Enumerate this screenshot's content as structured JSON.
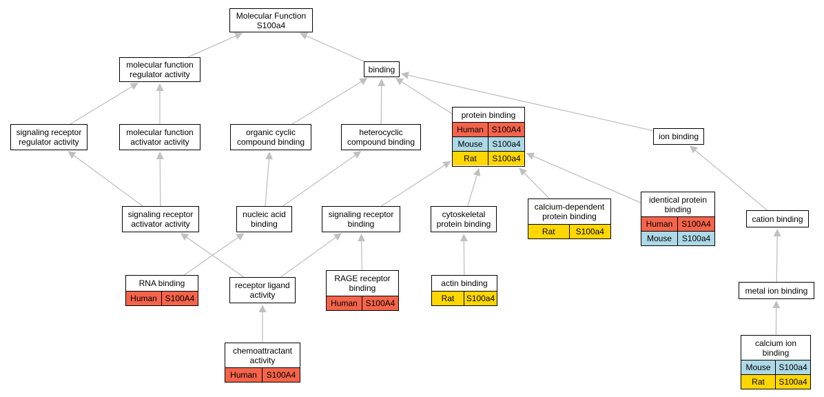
{
  "colors": {
    "Human": "#f4644b",
    "Mouse": "#add8e6",
    "Rat": "#ffd700",
    "edge": "#c0c0c0"
  },
  "nodes": {
    "mf_root": {
      "label": "Molecular Function\nS100a4",
      "annotations": []
    },
    "mf_reg": {
      "label": "molecular function\nregulator activity",
      "annotations": []
    },
    "binding": {
      "label": "binding",
      "annotations": []
    },
    "sig_reg": {
      "label": "signaling receptor\nregulator activity",
      "annotations": []
    },
    "mf_act": {
      "label": "molecular function\nactivator activity",
      "annotations": []
    },
    "org_cyc": {
      "label": "organic cyclic\ncompound binding",
      "annotations": []
    },
    "hetero": {
      "label": "heterocyclic\ncompound binding",
      "annotations": []
    },
    "protein": {
      "label": "protein binding",
      "annotations": [
        {
          "species": "Human",
          "gene": "S100A4"
        },
        {
          "species": "Mouse",
          "gene": "S100a4"
        },
        {
          "species": "Rat",
          "gene": "S100a4"
        }
      ]
    },
    "ion": {
      "label": "ion binding",
      "annotations": []
    },
    "sig_act": {
      "label": "signaling receptor\nactivator activity",
      "annotations": []
    },
    "nucleic": {
      "label": "nucleic acid\nbinding",
      "annotations": []
    },
    "sig_bind": {
      "label": "signaling receptor\nbinding",
      "annotations": []
    },
    "cyto": {
      "label": "cytoskeletal\nprotein binding",
      "annotations": []
    },
    "ca_dep": {
      "label": "calcium-dependent\nprotein binding",
      "annotations": [
        {
          "species": "Rat",
          "gene": "S100a4"
        }
      ]
    },
    "ident": {
      "label": "identical protein\nbinding",
      "annotations": [
        {
          "species": "Human",
          "gene": "S100A4"
        },
        {
          "species": "Mouse",
          "gene": "S100a4"
        }
      ]
    },
    "cation": {
      "label": "cation binding",
      "annotations": []
    },
    "rna": {
      "label": "RNA binding",
      "annotations": [
        {
          "species": "Human",
          "gene": "S100A4"
        }
      ]
    },
    "rec_lig": {
      "label": "receptor ligand\nactivity",
      "annotations": []
    },
    "rage": {
      "label": "RAGE receptor\nbinding",
      "annotations": [
        {
          "species": "Human",
          "gene": "S100A4"
        }
      ]
    },
    "actin": {
      "label": "actin binding",
      "annotations": [
        {
          "species": "Rat",
          "gene": "S100a4"
        }
      ]
    },
    "metal": {
      "label": "metal ion binding",
      "annotations": []
    },
    "chemo": {
      "label": "chemoattractant\nactivity",
      "annotations": [
        {
          "species": "Human",
          "gene": "S100A4"
        }
      ]
    },
    "calcium": {
      "label": "calcium ion\nbinding",
      "annotations": [
        {
          "species": "Mouse",
          "gene": "S100a4"
        },
        {
          "species": "Rat",
          "gene": "S100a4"
        }
      ]
    }
  },
  "edges": [
    {
      "from": "mf_reg",
      "to": "mf_root"
    },
    {
      "from": "binding",
      "to": "mf_root"
    },
    {
      "from": "sig_reg",
      "to": "mf_reg"
    },
    {
      "from": "mf_act",
      "to": "mf_reg"
    },
    {
      "from": "org_cyc",
      "to": "binding"
    },
    {
      "from": "hetero",
      "to": "binding"
    },
    {
      "from": "protein",
      "to": "binding"
    },
    {
      "from": "ion",
      "to": "binding"
    },
    {
      "from": "sig_act",
      "to": "sig_reg"
    },
    {
      "from": "sig_act",
      "to": "mf_act"
    },
    {
      "from": "nucleic",
      "to": "org_cyc"
    },
    {
      "from": "nucleic",
      "to": "hetero"
    },
    {
      "from": "sig_bind",
      "to": "protein"
    },
    {
      "from": "cyto",
      "to": "protein"
    },
    {
      "from": "ca_dep",
      "to": "protein"
    },
    {
      "from": "ident",
      "to": "protein"
    },
    {
      "from": "cation",
      "to": "ion"
    },
    {
      "from": "rna",
      "to": "nucleic"
    },
    {
      "from": "rec_lig",
      "to": "sig_act"
    },
    {
      "from": "rec_lig",
      "to": "sig_bind"
    },
    {
      "from": "rage",
      "to": "sig_bind"
    },
    {
      "from": "actin",
      "to": "cyto"
    },
    {
      "from": "metal",
      "to": "cation"
    },
    {
      "from": "chemo",
      "to": "rec_lig"
    },
    {
      "from": "calcium",
      "to": "metal"
    }
  ]
}
